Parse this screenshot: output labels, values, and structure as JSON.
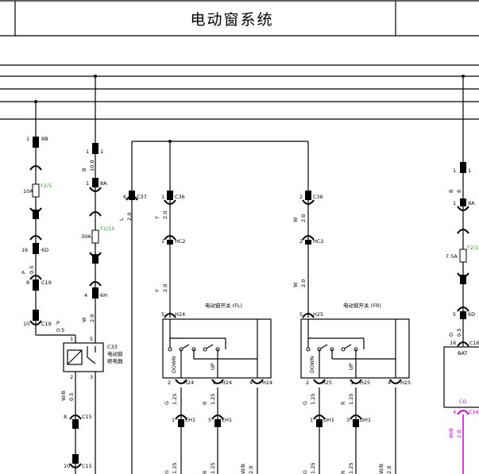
{
  "title": "电动窗系统",
  "colors": {
    "line": "#000000",
    "fuse_label": "#22aa22",
    "ground_wire": "#cc00cc"
  },
  "left": {
    "c1": {
      "pin": "1",
      "conn": "8B"
    },
    "fuse1": {
      "rating": "10A",
      "name": "F2/5"
    },
    "c2": {
      "pin": "16",
      "conn": "6D"
    },
    "wire1": {
      "color": "P",
      "gauge": "0.5"
    },
    "c3": {
      "pin": "8",
      "conn": "C19"
    },
    "c4": {
      "pin": "10",
      "conn": "C19"
    },
    "wire1b": {
      "color": "P",
      "gauge": "0.5"
    }
  },
  "relay": {
    "id": "C33",
    "name1": "电动窗",
    "name2": "继电器",
    "pins": [
      "1",
      "5",
      "2",
      "3"
    ],
    "wire_out": {
      "color": "W/B",
      "gauge": "0.5"
    },
    "c_in": {
      "pin": "8",
      "conn": "C15"
    },
    "c_out": {
      "pin": "10",
      "conn": "C15"
    }
  },
  "mid": {
    "c1": {
      "pin": "1",
      "conn": "1"
    },
    "wire1": {
      "color": "B",
      "gauge": "10.0"
    },
    "c2": {
      "pin": "1",
      "conn": "8A"
    },
    "fuse": {
      "rating": "30A",
      "name": "F2/15"
    },
    "c3": {
      "pin": "4",
      "conn": "6H"
    },
    "wire2": {
      "color": "W",
      "gauge": "2.0"
    }
  },
  "bus_left": {
    "pin": "6",
    "conn": "C37",
    "color": "L",
    "gauge": "2.0"
  },
  "fl": {
    "title": "电动窗开关 (FL)",
    "c36": {
      "pin": "1",
      "conn": "C36"
    },
    "wire1": {
      "color": "Y",
      "gauge": "2.0"
    },
    "hc2": {
      "pin": "1",
      "conn": "HC2"
    },
    "wire2": {
      "color": "Y",
      "gauge": "2.0"
    },
    "top": {
      "pin": "5",
      "conn": "H24"
    },
    "down": "DOWN",
    "up": "UP",
    "b1": {
      "pin": "2",
      "conn": "H24"
    },
    "b2": {
      "pin": "1",
      "conn": "H24"
    },
    "b3": {
      "pin": "4",
      "conn": "H24"
    },
    "w1": {
      "color": "G",
      "gauge": "1.25"
    },
    "w2": {
      "color": "R",
      "gauge": "1.25"
    },
    "d1": {
      "pin": "1",
      "conn": "EH1"
    },
    "d2": {
      "pin": "5",
      "conn": "EH1"
    },
    "w3": {
      "color": "G",
      "gauge": "1.25"
    },
    "w4": {
      "color": "R",
      "gauge": "1.25"
    },
    "w5": {
      "color": "W/B",
      "gauge": "2.0"
    }
  },
  "fr": {
    "title": "电动窗开关 (FR)",
    "c36": {
      "pin": "2",
      "conn": "C36"
    },
    "wire1": {
      "color": "W",
      "gauge": "2.0"
    },
    "hc2": {
      "pin": "2",
      "conn": "HC2"
    },
    "wire2": {
      "color": "W",
      "gauge": "2.0"
    },
    "top": {
      "pin": "5",
      "conn": "H25"
    },
    "down": "DOWN",
    "up": "UP",
    "b1": {
      "pin": "2",
      "conn": "H25"
    },
    "b2": {
      "pin": "1",
      "conn": "H25"
    },
    "b3": {
      "pin": "4",
      "conn": "H25"
    },
    "w1": {
      "color": "G",
      "gauge": "1.25"
    },
    "w2": {
      "color": "R",
      "gauge": "1.25"
    },
    "d1": {
      "pin": "1",
      "conn": "DH1"
    },
    "d2": {
      "pin": "3",
      "conn": "DH1"
    },
    "w3": {
      "color": "G",
      "gauge": "1.25"
    },
    "w4": {
      "color": "R",
      "gauge": "1.25"
    },
    "w5": {
      "color": "W/B",
      "gauge": "2.0"
    }
  },
  "right": {
    "c1": {
      "pin": "1",
      "conn": "1"
    },
    "wire1": {
      "color": "B",
      "gauge": "8"
    },
    "c2": {
      "pin": "1",
      "conn": "8A"
    },
    "fuse": {
      "rating": "7.5A",
      "name": "F2/1"
    },
    "c3": {
      "pin": "5",
      "conn": "6D"
    },
    "wire2": {
      "color": "O",
      "gauge": "0.5"
    },
    "c4": {
      "pin": "16",
      "conn": "C16"
    },
    "box": "BAT",
    "cg": "CG",
    "c5": {
      "pin": "4",
      "conn": "C16"
    },
    "wire3": {
      "color": "W/B",
      "gauge": "2.0"
    }
  }
}
